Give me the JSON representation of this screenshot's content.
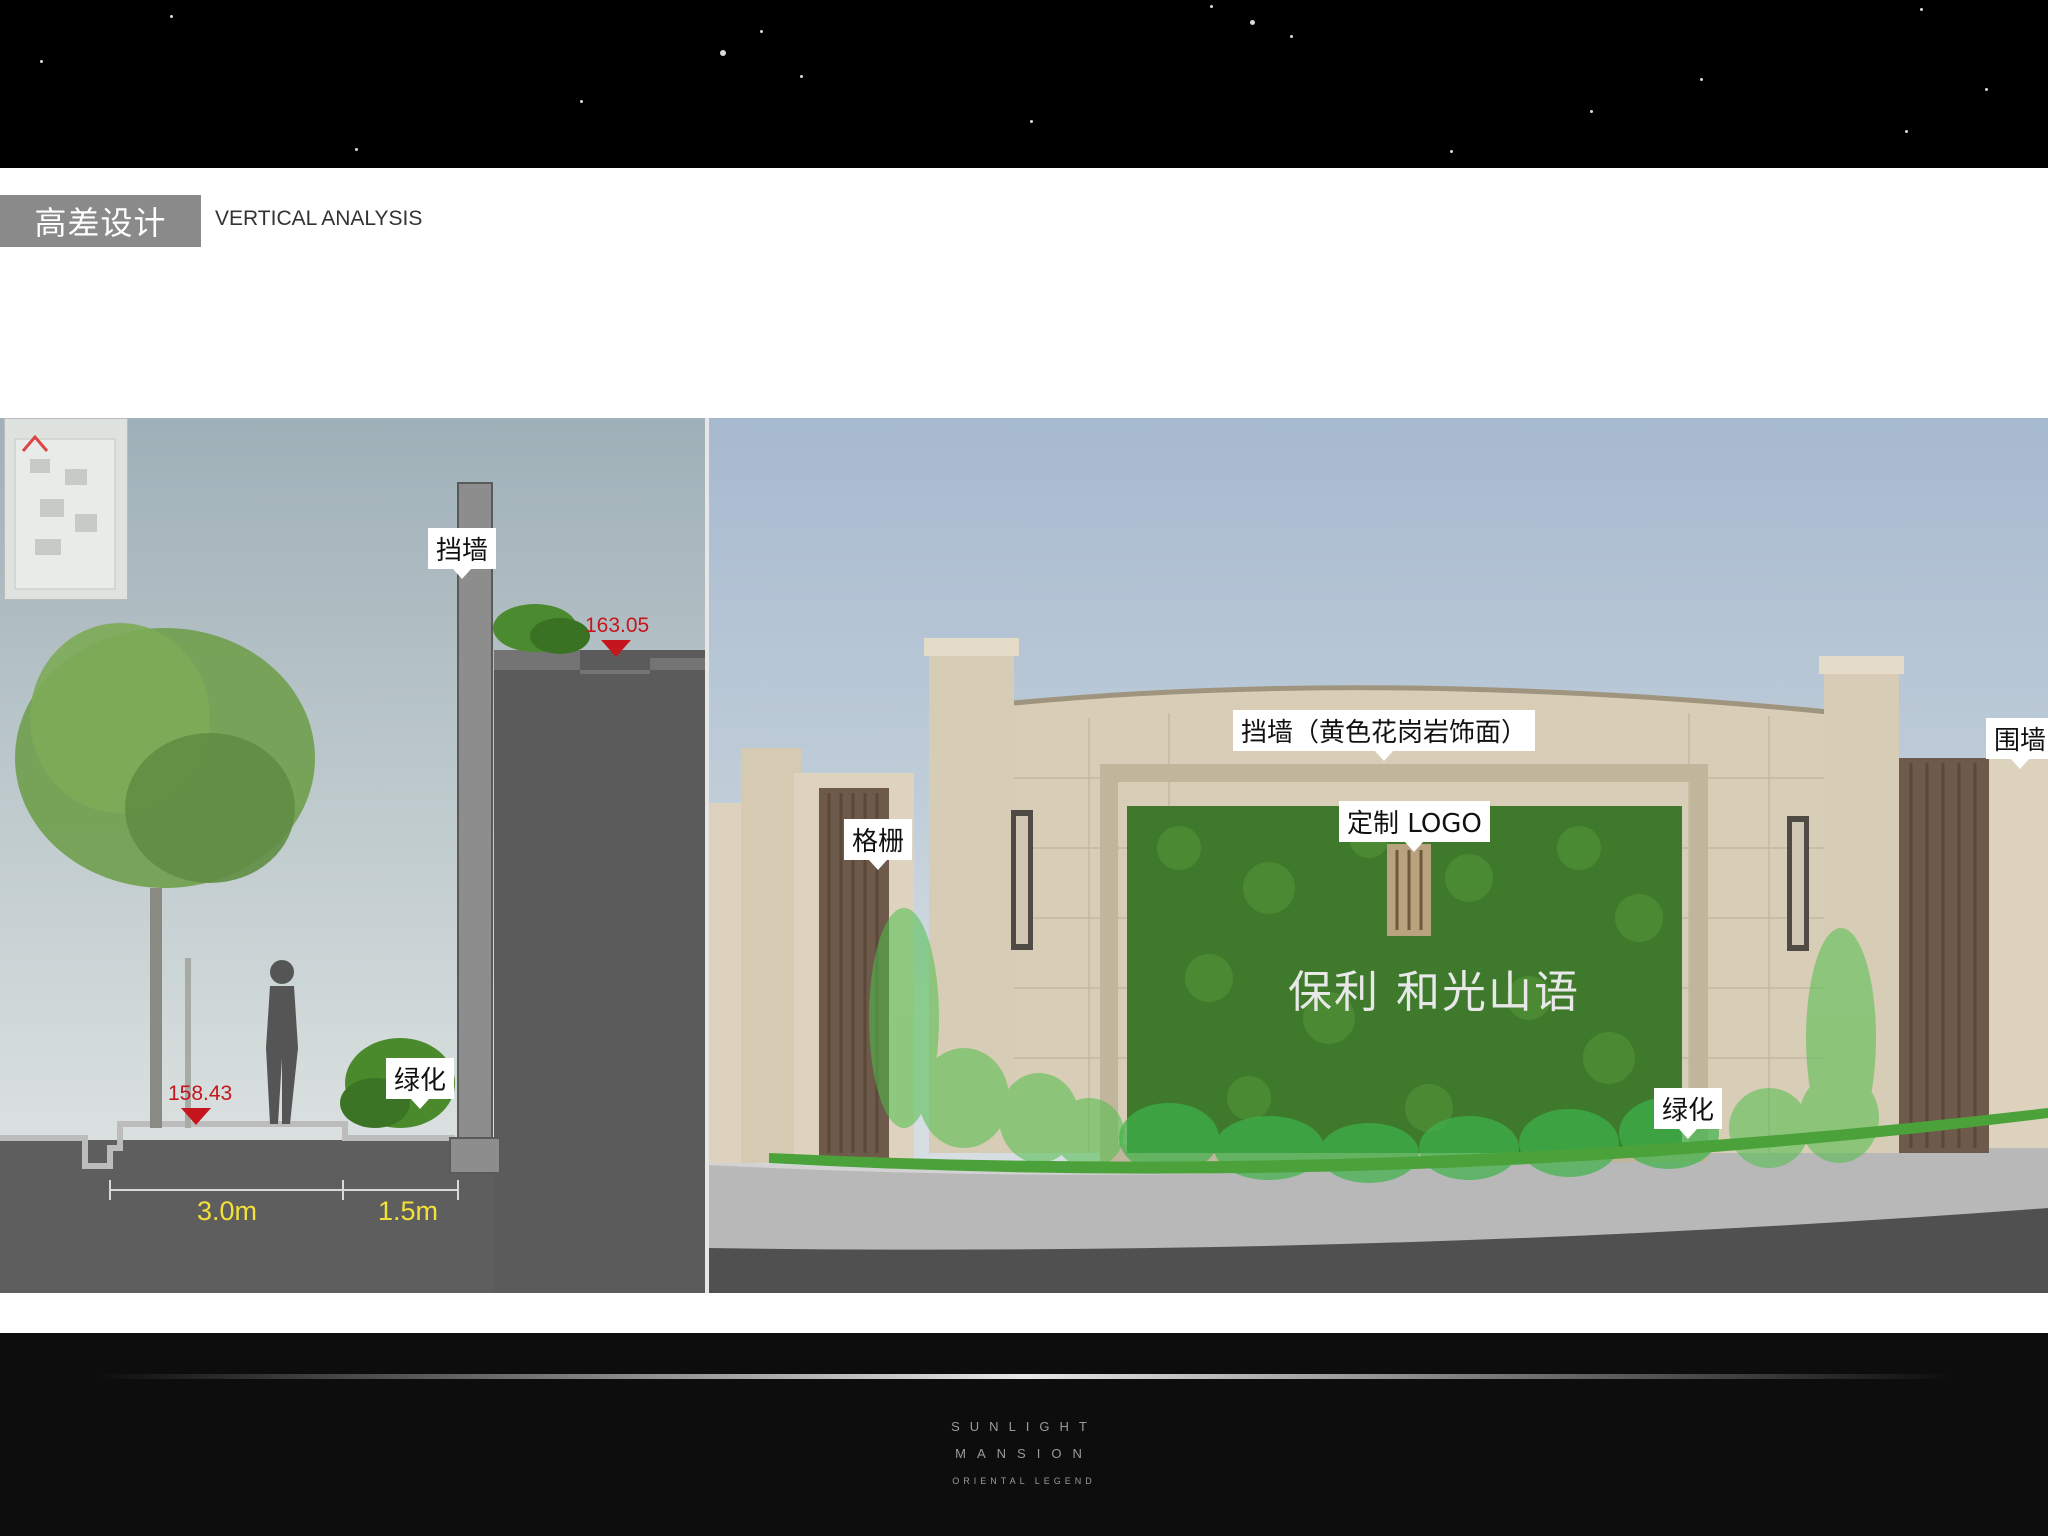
{
  "header": {
    "title_cn": "高差设计",
    "title_en": "VERTICAL ANALYSIS"
  },
  "section": {
    "label_retaining_wall": "挡墙",
    "label_greening": "绿化",
    "elevation_low": "158.43",
    "elevation_high": "163.05",
    "dim_walkway": "3.0m",
    "dim_planting": "1.5m"
  },
  "elevation": {
    "label_wall_facing": "挡墙（黄色花岗岩饰面）",
    "label_custom_logo": "定制 LOGO",
    "label_grille": "格栅",
    "label_fence": "围墙",
    "label_greening": "绿化",
    "sign_text": "保利 和光山语"
  },
  "footer": {
    "line1": "SUNLIGHT",
    "line2": "MANSION",
    "line3": "ORIENTAL LEGEND"
  },
  "colors": {
    "title_block": "#8a8a8a",
    "elevation_marker": "#c4161c",
    "dimension_text": "#f3e03a",
    "green_wall": "#3f7a2c"
  }
}
